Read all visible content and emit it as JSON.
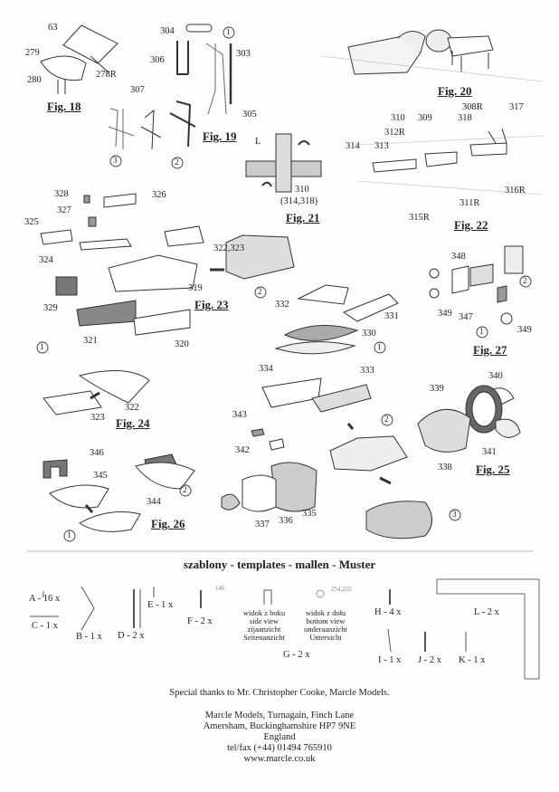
{
  "labels": {
    "l63": "63",
    "l279": "279",
    "l280": "280",
    "l278R": "278R",
    "l304": "304",
    "l303": "303",
    "l306": "306",
    "l305": "305",
    "l307": "307",
    "l310": "310",
    "l308R": "308R",
    "l317": "317",
    "l309": "309",
    "l318": "318",
    "l312R": "312R",
    "l314": "314",
    "l313": "313",
    "l311R": "311R",
    "l316R": "316R",
    "l315R": "315R",
    "lL": "L",
    "l310b": "310",
    "l314318": "(314,318)",
    "l328": "328",
    "l326": "326",
    "l327": "327",
    "l325": "325",
    "l324": "324",
    "l322323": "322,323",
    "l319": "319",
    "l329": "329",
    "l321": "321",
    "l320": "320",
    "l332": "332",
    "l331": "331",
    "l330": "330",
    "l334": "334",
    "l333": "333",
    "l348": "348",
    "l349a": "349",
    "l347": "347",
    "l349b": "349",
    "l340": "340",
    "l339": "339",
    "l341": "341",
    "l338": "338",
    "l322b": "322",
    "l323b": "323",
    "l343": "343",
    "l342": "342",
    "l337": "337",
    "l336": "336",
    "l335": "335",
    "l346": "346",
    "l345": "345",
    "l344": "344"
  },
  "circled": {
    "c1": "1",
    "c2": "2",
    "c3": "3"
  },
  "figures": {
    "fig18": "Fig. 18",
    "fig19": "Fig. 19",
    "fig20": "Fig. 20",
    "fig21": "Fig. 21",
    "fig22": "Fig. 22",
    "fig23": "Fig. 23",
    "fig24": "Fig. 24",
    "fig25": "Fig. 25",
    "fig26": "Fig. 26",
    "fig27": "Fig. 27"
  },
  "templates": {
    "header": "szablony - templates - mallen - Muster",
    "A": "A - 16 x",
    "C": "C - 1 x",
    "B": "B - 1 x",
    "D": "D - 2 x",
    "E": "E - 1 x",
    "F": "F - 2 x",
    "F_num": "146",
    "side_view": [
      "widok z boku",
      "side view",
      "zijaanzicht",
      "Seitenanzicht"
    ],
    "bottom_view": [
      "widok z dołu",
      "bottom view",
      "onderaanzicht",
      "Untersicht"
    ],
    "G": "G - 2 x",
    "H": "H - 4 x",
    "H_num": "254,255",
    "I": "I - 1 x",
    "J": "J - 2 x",
    "K": "K - 1 x",
    "L": "L - 2 x"
  },
  "footer": {
    "thanks": "Special thanks to Mr. Christopher Cooke, Marcle Models.",
    "address": [
      "Marcle Models, Turnagain, Finch Lane",
      "Amersham, Buckinghamshire HP7 9NE",
      "England",
      "tel/fax (+44) 01494 765910",
      "www.marcle.co.uk"
    ]
  }
}
